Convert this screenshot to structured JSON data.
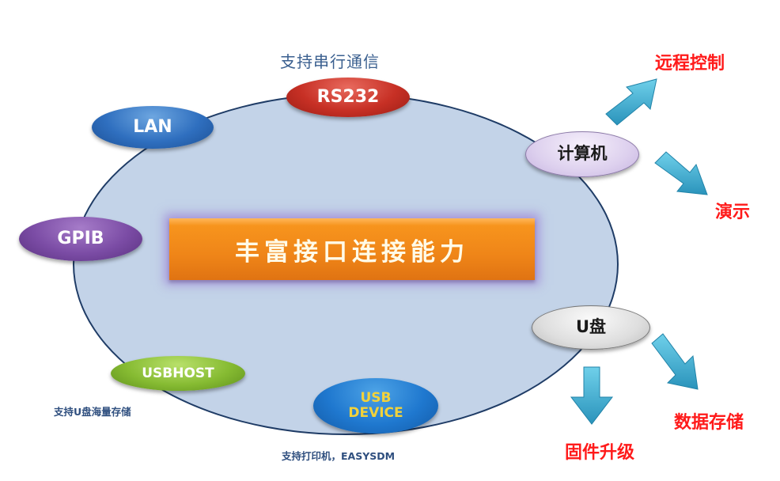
{
  "title_caption": "支持串行通信",
  "center": {
    "label": "丰富接口连接能力"
  },
  "interfaces": {
    "rs232": {
      "label": "RS232",
      "color": "#c73025"
    },
    "lan": {
      "label": "LAN",
      "color": "#2f6fbf"
    },
    "gpib": {
      "label": "GPIB",
      "color": "#7b4ca5"
    },
    "usbhost": {
      "label": "USBHOST",
      "color": "#86bb32",
      "caption": "支持U盘海量存储"
    },
    "usbdevice": {
      "label_line1": "USB",
      "label_line2": "DEVICE",
      "color": "#1f78cf",
      "caption": "支持打印机，EASYSDM"
    }
  },
  "devices": {
    "computer": {
      "label": "计算机",
      "outputs": [
        "远程控制",
        "演示"
      ]
    },
    "udisk": {
      "label": "U盘",
      "outputs": [
        "数据存储",
        "固件升级"
      ]
    }
  },
  "icons": {
    "arrow": "arrow-icon"
  },
  "colors": {
    "ellipse_fill": "#c3d3e8",
    "ellipse_border": "#1f3c66",
    "arrow": "#3ab0d0",
    "output_text": "#ff1a1a",
    "center_box": "#f7941d"
  }
}
